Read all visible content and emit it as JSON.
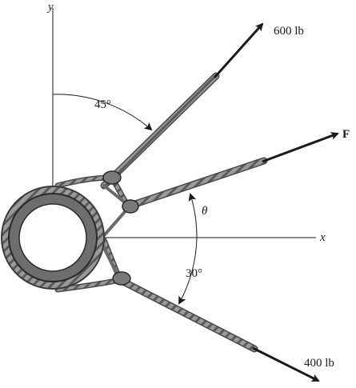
{
  "diagram": {
    "axes": {
      "y_label": "y",
      "x_label": "x"
    },
    "forces": [
      {
        "id": "f600",
        "label": "600 lb",
        "value_lb": 600,
        "angle_from_y_deg": 45
      },
      {
        "id": "fF",
        "label": "F",
        "angle_symbol": "θ"
      },
      {
        "id": "f400",
        "label": "400 lb",
        "value_lb": 400,
        "angle_below_x_deg": 30
      }
    ],
    "angle_labels": {
      "a45": "45°",
      "theta": "θ",
      "a30": "30°"
    },
    "colors": {
      "ink": "#1a1a1a",
      "rope": "#8c8c8c",
      "rope_dark": "#4a4a4a",
      "post": "#6e6e6e",
      "post_inner": "#ffffff"
    }
  }
}
